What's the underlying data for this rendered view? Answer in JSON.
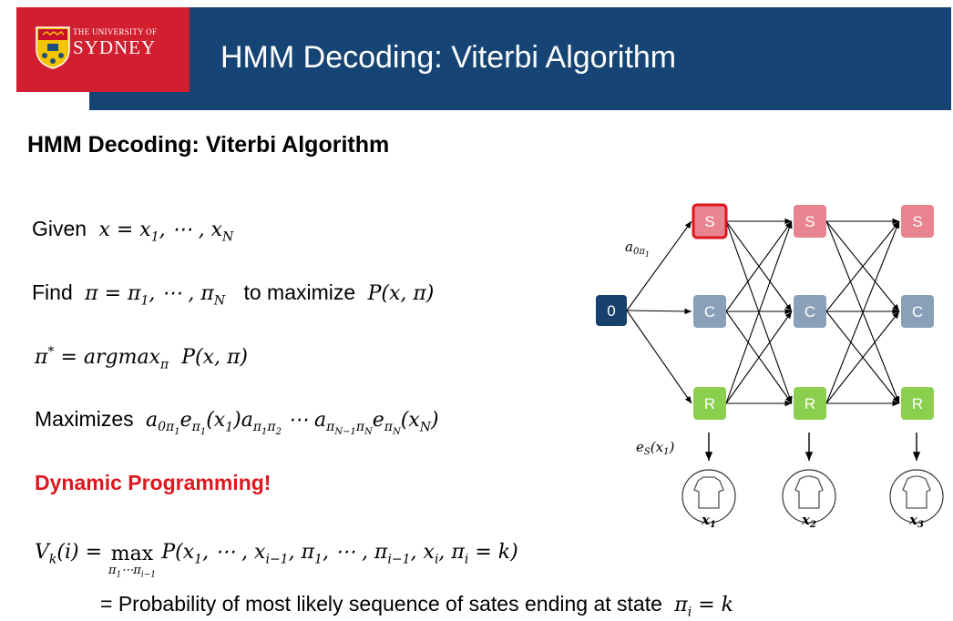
{
  "header": {
    "university_line1": "THE UNIVERSITY OF",
    "university_line2": "SYDNEY",
    "title": "HMM Decoding: Viterbi Algorithm"
  },
  "subtitle": "HMM Decoding: Viterbi Algorithm",
  "lines": {
    "given_label": "Given",
    "find_label": "Find",
    "find_mid": "to maximize",
    "maximizes_label": "Maximizes",
    "dynamic_programming": "Dynamic Programming!",
    "probability_text": "= Probability of  most likely sequence of sates ending at state"
  },
  "diagram": {
    "start_label": "0",
    "states": [
      "S",
      "C",
      "R"
    ],
    "transition_label": "a0π1",
    "emission_label": "eS(x1)",
    "observations": [
      "x1",
      "x2",
      "x3"
    ],
    "colors": {
      "S": "#e8848f",
      "C": "#8aa0b8",
      "R": "#8ccf4e",
      "start": "#17406d",
      "highlight": "#e0161e"
    }
  }
}
